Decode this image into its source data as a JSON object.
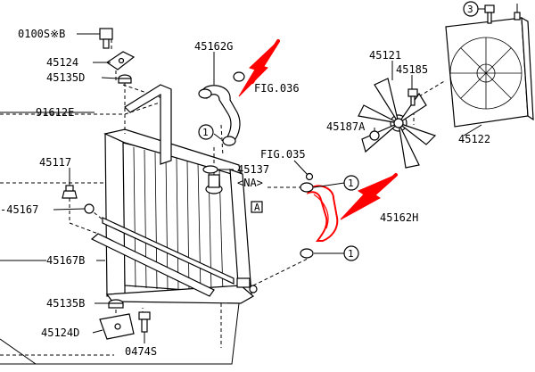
{
  "labels": {
    "p0100s": "0100S※B",
    "p45124_top": "45124",
    "p45135d_top": "45135D",
    "p91612e": "91612E",
    "p45117": "45117",
    "p45167": "-45167",
    "p45167b": "45167B",
    "p45135b": "45135B",
    "p45124d": "45124D",
    "p0474s": "0474S",
    "p45162g": "45162G",
    "fig036": "FIG.036",
    "fig035": "FIG.035",
    "p45137": "45137",
    "p45137_note": "<NA>",
    "box_a": "A",
    "p45162h": "45162H",
    "p45121": "45121",
    "p45185": "45185",
    "p45187a": "45187A",
    "p45122": "45122",
    "ref3": "3",
    "ref1": "1"
  },
  "highlight_color": "#ff0000"
}
